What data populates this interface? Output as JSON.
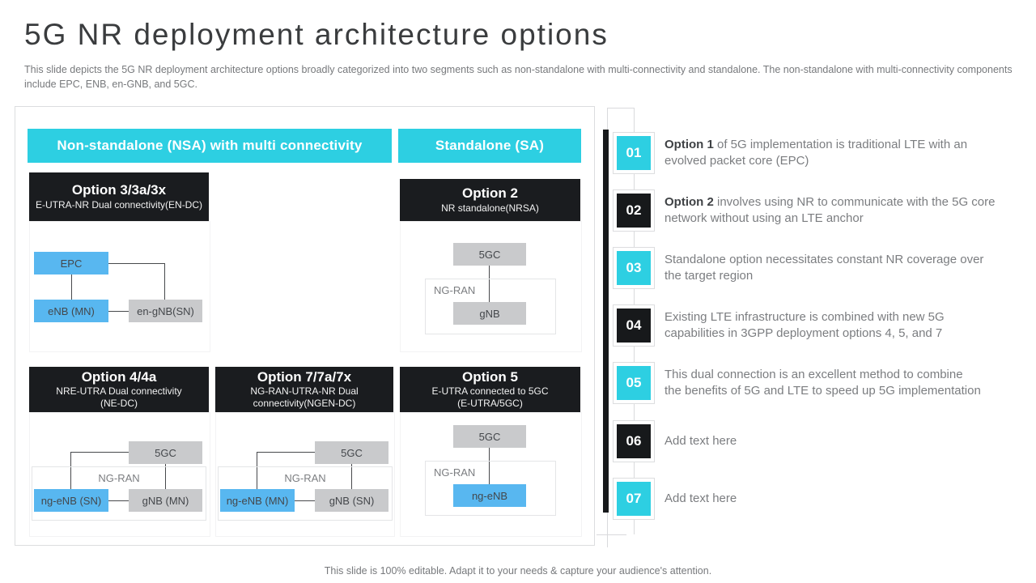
{
  "title": "5G NR deployment architecture options",
  "subtitle": "This slide depicts the 5G NR deployment architecture options broadly categorized into two segments such as non-standalone with multi-connectivity and standalone. The non-standalone with multi-connectivity components include EPC, ENB, en-GNB, and 5GC.",
  "footer": "This slide is 100% editable. Adapt it to your needs & capture your audience's attention.",
  "colors": {
    "accent_cyan": "#2DCFE2",
    "accent_blue": "#58B7F0",
    "dark": "#1A1C1F",
    "box_gray": "#C9CACC"
  },
  "diagram": {
    "headers": {
      "nsa": "Non-standalone (NSA) with multi connectivity",
      "sa": "Standalone (SA)"
    },
    "opt3": {
      "title": "Option 3/3a/3x",
      "subtitle1": "E-UTRA-NR Dual connectivity(EN-DC)",
      "subtitle2": "",
      "epc": "EPC",
      "mn": "eNB (MN)",
      "sn": "en-gNB(SN)"
    },
    "opt2": {
      "title": "Option 2",
      "subtitle1": "NR standalone(NRSA)",
      "subtitle2": "",
      "core": "5GC",
      "ran": "NG-RAN",
      "node": "gNB"
    },
    "opt4": {
      "title": "Option 4/4a",
      "subtitle1": "NRE-UTRA Dual connectivity",
      "subtitle2": "(NE-DC)",
      "core": "5GC",
      "ran": "NG-RAN",
      "left": "ng-eNB (SN)",
      "right": "gNB (MN)"
    },
    "opt7": {
      "title": "Option 7/7a/7x",
      "subtitle1": "NG-RAN-UTRA-NR Dual",
      "subtitle2": "connectivity(NGEN-DC)",
      "core": "5GC",
      "ran": "NG-RAN",
      "left": "ng-eNB (MN)",
      "right": "gNB (SN)"
    },
    "opt5": {
      "title": "Option 5",
      "subtitle1": "E-UTRA connected to 5GC",
      "subtitle2": "(E-UTRA/5GC)",
      "core": "5GC",
      "ran": "NG-RAN",
      "node": "ng-eNB"
    }
  },
  "list": {
    "items": [
      {
        "num": "01",
        "style": "cyan",
        "bold": "Option 1",
        "line1": " of 5G implementation is traditional LTE with an",
        "line2": "evolved packet core (EPC)"
      },
      {
        "num": "02",
        "style": "dark",
        "bold": "Option 2",
        "line1": " involves using NR to communicate with the 5G core",
        "line2": "network without using an LTE anchor"
      },
      {
        "num": "03",
        "style": "cyan",
        "bold": "",
        "line1": "Standalone option necessitates constant NR coverage over",
        "line2": "the target region"
      },
      {
        "num": "04",
        "style": "dark",
        "bold": "",
        "line1": "Existing LTE infrastructure is combined with new 5G",
        "line2": "capabilities in 3GPP deployment options 4, 5, and 7"
      },
      {
        "num": "05",
        "style": "cyan",
        "bold": "",
        "line1": "This dual connection is an excellent method to combine",
        "line2": "the benefits of 5G and LTE to speed up 5G implementation"
      },
      {
        "num": "06",
        "style": "dark",
        "bold": "",
        "line1": "Add text here",
        "line2": ""
      },
      {
        "num": "07",
        "style": "cyan",
        "bold": "",
        "line1": "Add text here",
        "line2": ""
      }
    ]
  }
}
